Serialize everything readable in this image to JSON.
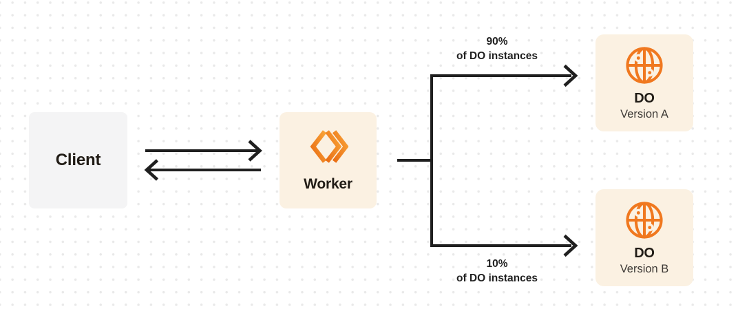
{
  "colors": {
    "bg": "#FFFFFF",
    "dot": "#E9E9E9",
    "arrow": "#1F1F1F",
    "cream": "#FBF1E2",
    "client_gray": "#F4F4F5",
    "text_dark": "#211C16",
    "text_sub": "#3E3A36",
    "orange": "#F0781F",
    "orange_deep": "#E96D13",
    "orange_light": "#F9A338"
  },
  "nodes": {
    "client": {
      "label": "Client"
    },
    "worker": {
      "label": "Worker",
      "icon": "workers-logo-icon"
    },
    "do_version_a": {
      "title": "DO",
      "subtitle": "Version A",
      "icon": "globe-icon"
    },
    "do_version_b": {
      "title": "DO",
      "subtitle": "Version B",
      "icon": "globe-icon"
    }
  },
  "edge_labels": {
    "branch_a": {
      "percent": "90%",
      "detail": "of DO instances"
    },
    "branch_b": {
      "percent": "10%",
      "detail": "of DO instances"
    }
  }
}
